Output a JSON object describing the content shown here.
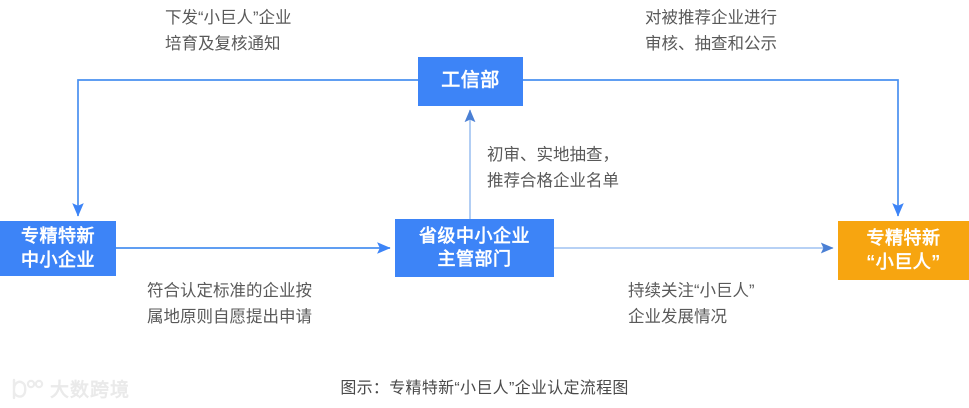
{
  "diagram": {
    "caption": "图示：专精特新“小巨人”企业认定流程图",
    "colors": {
      "node_blue": "#3d84f7",
      "node_orange": "#f7a510",
      "wire_blue": "#4a90f0",
      "wire_light_blue": "#9fc2f2",
      "annotation_gray": "#595959",
      "background": "#ffffff"
    },
    "nodes": [
      {
        "id": "miit",
        "line1": "工信部",
        "line2": "",
        "fill": "#3d84f7"
      },
      {
        "id": "sme",
        "line1": "专精特新",
        "line2": "中小企业",
        "fill": "#3d84f7"
      },
      {
        "id": "provincial",
        "line1": "省级中小企业",
        "line2": "主管部门",
        "fill": "#3d84f7"
      },
      {
        "id": "giant",
        "line1": "专精特新",
        "line2": "“小巨人”",
        "fill": "#f7a510"
      }
    ],
    "annotations": [
      {
        "id": "topleft",
        "line1": "下发“小巨人”企业",
        "line2": "培育及复核通知",
        "text": "下发“小巨人”企业\n培育及复核通知"
      },
      {
        "id": "topright",
        "line1": "对被推荐企业进行",
        "line2": "审核、抽查和公示",
        "text": "对被推荐企业进行\n审核、抽查和公示"
      },
      {
        "id": "center",
        "line1": "初审、实地抽查，",
        "line2": "推荐合格企业名单",
        "text": "初审、实地抽查，\n推荐合格企业名单"
      },
      {
        "id": "bottomleft",
        "line1": "符合认定标准的企业按",
        "line2": "属地原则自愿提出申请",
        "text": "符合认定标准的企业按\n属地原则自愿提出申请"
      },
      {
        "id": "bottomright",
        "line1": "持续关注“小巨人”",
        "line2": "企业发展情况",
        "text": "持续关注“小巨人”\n企业发展情况"
      }
    ],
    "edges": [
      {
        "id": "miit-to-sme",
        "from": "miit",
        "to": "sme",
        "label_ref": "topleft",
        "style": "elbow-down-left",
        "arrow": "down"
      },
      {
        "id": "miit-to-giant",
        "from": "miit",
        "to": "giant",
        "label_ref": "topright",
        "style": "elbow-down-right",
        "arrow": "down"
      },
      {
        "id": "provincial-to-miit",
        "from": "provincial",
        "to": "miit",
        "label_ref": "center",
        "style": "straight-up",
        "arrow": "up"
      },
      {
        "id": "sme-to-provincial",
        "from": "sme",
        "to": "provincial",
        "label_ref": "bottomleft",
        "style": "straight-right",
        "arrow": "right"
      },
      {
        "id": "provincial-to-giant",
        "from": "provincial",
        "to": "giant",
        "label_ref": "bottomright",
        "style": "straight-right",
        "arrow": "right"
      }
    ]
  },
  "watermark": {
    "text": "大数跨境",
    "mark": "logo-icon"
  }
}
